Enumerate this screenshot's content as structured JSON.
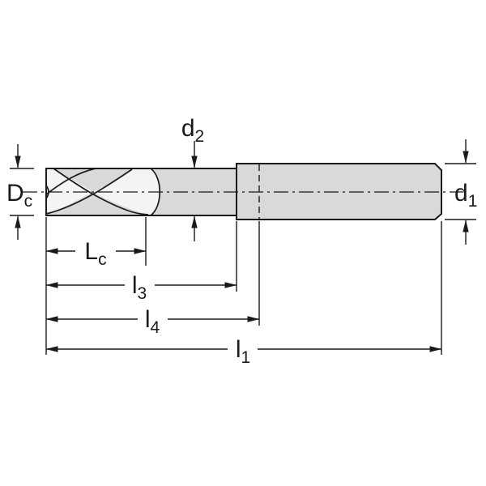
{
  "diagram": {
    "kind": "end-mill-dimension-drawing",
    "labels": {
      "dc": {
        "main": "D",
        "sub": "c"
      },
      "d2": {
        "main": "d",
        "sub": "2"
      },
      "d1": {
        "main": "d",
        "sub": "1"
      },
      "lc": {
        "main": "L",
        "sub": "c"
      },
      "l3": {
        "main": "l",
        "sub": "3"
      },
      "l4": {
        "main": "l",
        "sub": "4"
      },
      "l1": {
        "main": "l",
        "sub": "1"
      }
    },
    "colors": {
      "line": "#1a1a1a",
      "tool_fill": "#d9d9d9",
      "flute_fill": "#f4f4f4",
      "background": "#ffffff"
    }
  }
}
